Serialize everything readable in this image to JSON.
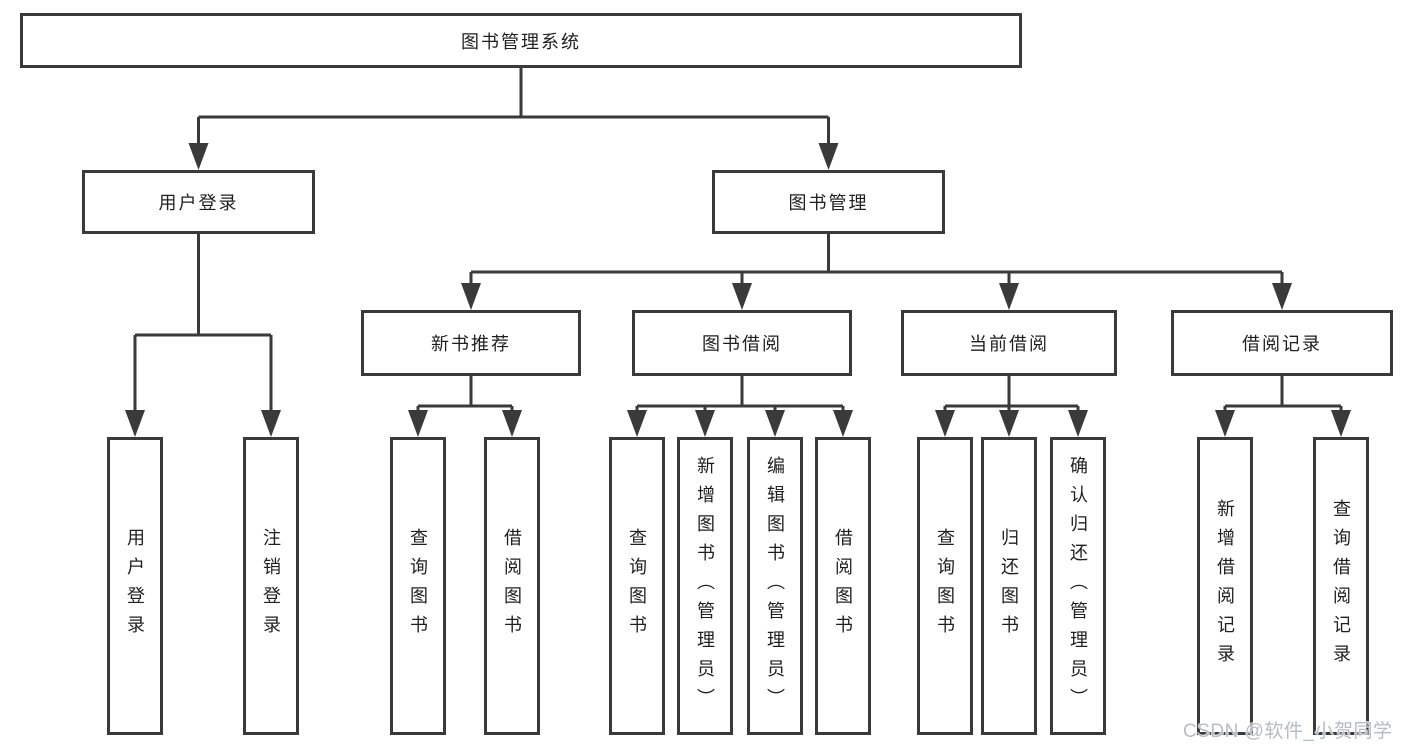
{
  "diagram_title": "图书管理系统",
  "tree": {
    "label": "图书管理系统",
    "children": [
      {
        "label": "用户登录",
        "children": [
          {
            "label": "用户登录"
          },
          {
            "label": "注销登录"
          }
        ]
      },
      {
        "label": "图书管理",
        "children": [
          {
            "label": "新书推荐",
            "children": [
              {
                "label": "查询图书"
              },
              {
                "label": "借阅图书"
              }
            ]
          },
          {
            "label": "图书借阅",
            "children": [
              {
                "label": "查询图书"
              },
              {
                "label": "新增图书（管理员）"
              },
              {
                "label": "编辑图书（管理员）"
              },
              {
                "label": "借阅图书"
              }
            ]
          },
          {
            "label": "当前借阅",
            "children": [
              {
                "label": "查询图书"
              },
              {
                "label": "归还图书"
              },
              {
                "label": "确认归还（管理员）"
              }
            ]
          },
          {
            "label": "借阅记录",
            "children": [
              {
                "label": "新增借阅记录"
              },
              {
                "label": "查询借阅记录"
              }
            ]
          }
        ]
      }
    ]
  },
  "watermark": {
    "text": "CSDN @软件_小贺同学",
    "color": "#b6bcc6"
  },
  "colors": {
    "line": "#3a3a3a",
    "box_background": "#ffffff",
    "text": "#1f1f1f"
  }
}
